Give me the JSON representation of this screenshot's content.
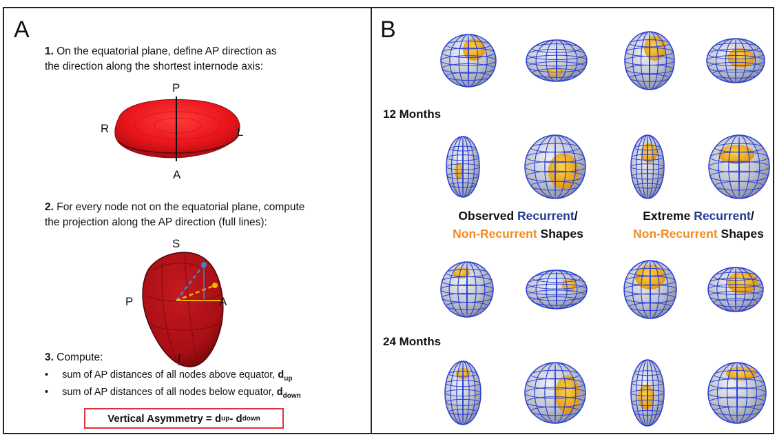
{
  "panel_a": {
    "letter": "A",
    "step1_num": "1.",
    "step1_line1": " On the equatorial plane, define AP direction as",
    "step1_line2": "the direction along the shortest internode axis:",
    "label_P1": "P",
    "label_R": "R",
    "label_L": "L",
    "label_A1": "A",
    "step2_num": "2.",
    "step2_line1": " For every node not on the equatorial plane, compute",
    "step2_line2": "the projection along the AP direction (full lines):",
    "label_S": "S",
    "label_P2": "P",
    "label_A2": "A",
    "label_I": "I",
    "step3_num": "3.",
    "step3_text": " Compute:",
    "bullet1_text": "sum of AP distances of all nodes above equator, ",
    "bullet1_var": "d",
    "bullet1_sub": "up",
    "bullet2_text": "sum of AP distances of all nodes below equator, ",
    "bullet2_var": "d",
    "bullet2_sub": "down",
    "bullet_symbol": "•",
    "eq_text": "Vertical Asymmetry = d",
    "eq_sub1": "up",
    "eq_mid": " - d",
    "eq_sub2": "down",
    "colors": {
      "shape_red": "#e8141b",
      "dark_red": "#7a0a0e",
      "arrow_blue": "#3a86d4",
      "arrow_yellow": "#f5b301",
      "box_border": "#e0303a"
    }
  },
  "panel_b": {
    "letter": "B",
    "month_12": "12 Months",
    "month_24": "24 Months",
    "observed_word": "Observed ",
    "recurrent_word": "Recurrent",
    "slash": "/",
    "nonrecurrent_word": "Non-Recurrent",
    "shapes_word": " Shapes",
    "extreme_word": "Extreme ",
    "colors": {
      "blue_text": "#1f3a93",
      "orange_text": "#f28a1c",
      "shape_gray": "#b9bcc6",
      "mesh_blue": "#2a3fd6",
      "patch_orange": "#f5a614"
    }
  }
}
